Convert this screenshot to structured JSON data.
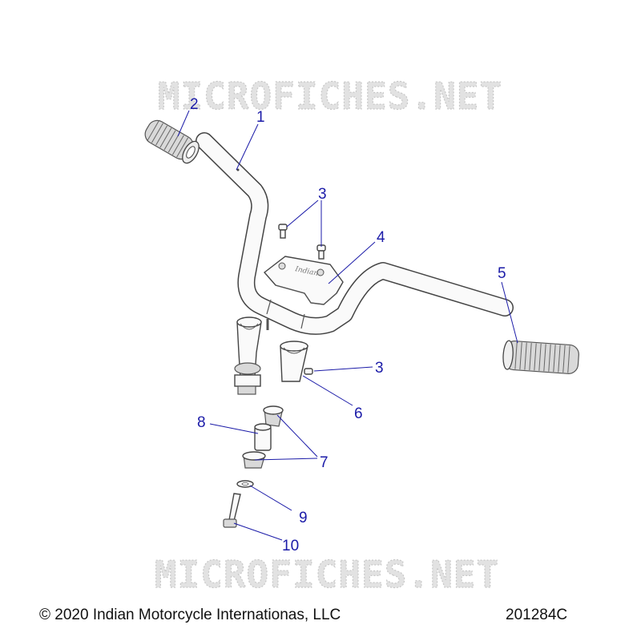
{
  "watermark": "MICROFICHES.NET",
  "callouts": {
    "c1": "1",
    "c2": "2",
    "c3a": "3",
    "c3b": "3",
    "c4": "4",
    "c5": "5",
    "c6": "6",
    "c7": "7",
    "c8": "8",
    "c9": "9",
    "c10": "10"
  },
  "footer": {
    "copyright": "© 2020 Indian Motorcycle Internationas, LLC",
    "diagram_id": "201284C"
  },
  "colors": {
    "callout": "#1b1ba8",
    "line": "#444444",
    "watermark": "#d0d0d0"
  }
}
